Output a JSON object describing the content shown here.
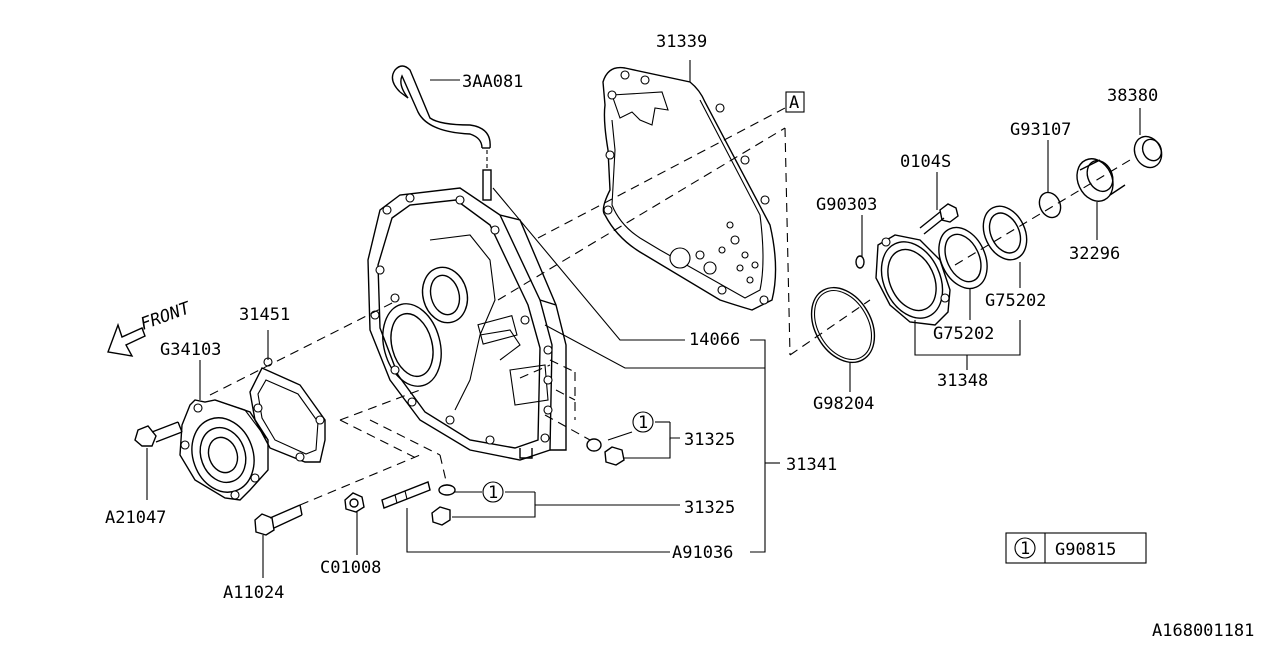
{
  "diagram": {
    "diagram_id": "A168001181",
    "front_label": "FRONT",
    "section_marker": "A",
    "callout_number": "1",
    "legend": {
      "symbol": "1",
      "part": "G90815"
    },
    "part_labels": [
      "31339",
      "3AA081",
      "38380",
      "G93107",
      "0104S",
      "G90303",
      "32296",
      "G75202",
      "G75202",
      "31348",
      "G98204",
      "14066",
      "31325",
      "31341",
      "31325",
      "A91036",
      "31451",
      "G34103",
      "A21047",
      "A11024",
      "C01008"
    ]
  }
}
